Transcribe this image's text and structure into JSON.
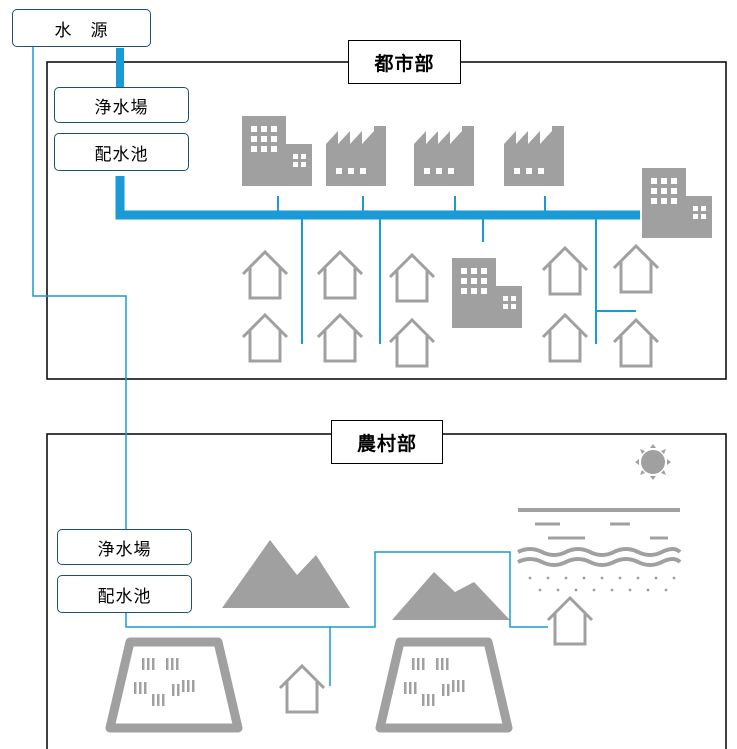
{
  "water_source": {
    "label": "水　源"
  },
  "urban": {
    "title": "都市部",
    "facilities": [
      "浄水場",
      "配水池"
    ]
  },
  "rural": {
    "title": "農村部",
    "facilities": [
      "浄水場",
      "配水池"
    ]
  },
  "colors": {
    "pipe": "#1a9ad6",
    "icon": "#a0a0a0",
    "box_border": "#1f4e79"
  }
}
